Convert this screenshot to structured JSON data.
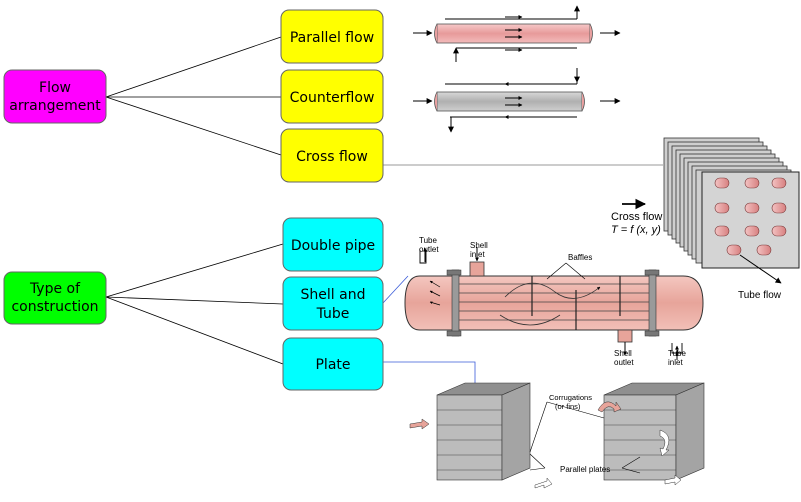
{
  "colors": {
    "root_flow": "#ff00ff",
    "root_construction": "#00ff00",
    "flow_box": "#ffff00",
    "construction_box": "#00ffff",
    "tube_pink": "#e8a0a0",
    "tube_gray": "#bdbdbd",
    "plate_gray": "#9a9a9a"
  },
  "roots": {
    "flow_arrangement": "Flow\narrangement",
    "type_of_construction": "Type of\nconstruction"
  },
  "flow_types": {
    "parallel": "Parallel flow",
    "counter": "Counterflow",
    "cross": "Cross flow"
  },
  "construction_types": {
    "double_pipe": "Double pipe",
    "shell_tube": "Shell and\nTube",
    "plate": "Plate"
  },
  "cross_flow_figure": {
    "label": "Cross flow",
    "equation": "T = f (x, y)",
    "tube_flow": "Tube flow"
  },
  "shell_tube_figure": {
    "tube_outlet": "Tube\noutlet",
    "shell_inlet": "Shell\ninlet",
    "baffles": "Baffles",
    "shell_outlet": "Shell\noutlet",
    "tube_inlet": "Tube\ninlet"
  },
  "plate_figure": {
    "corrugations": "Corrugations\n(or fins)",
    "parallel_plates": "Parallel plates"
  }
}
